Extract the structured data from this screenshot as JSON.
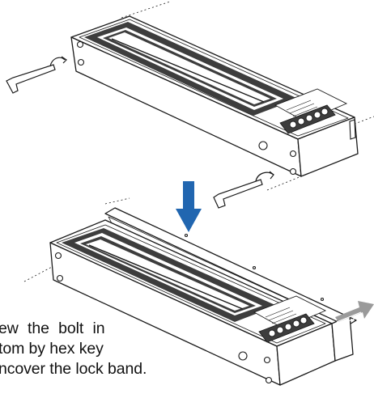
{
  "caption": {
    "line1": "ew the bolt in",
    "line2": "tom by hex key",
    "line3": "ncover the lock band."
  },
  "colors": {
    "line": "#1a1a1a",
    "dark_fill": "#3d3d3d",
    "arrow_blue": "#2166b0",
    "arrow_gray": "#9a9a9a"
  }
}
